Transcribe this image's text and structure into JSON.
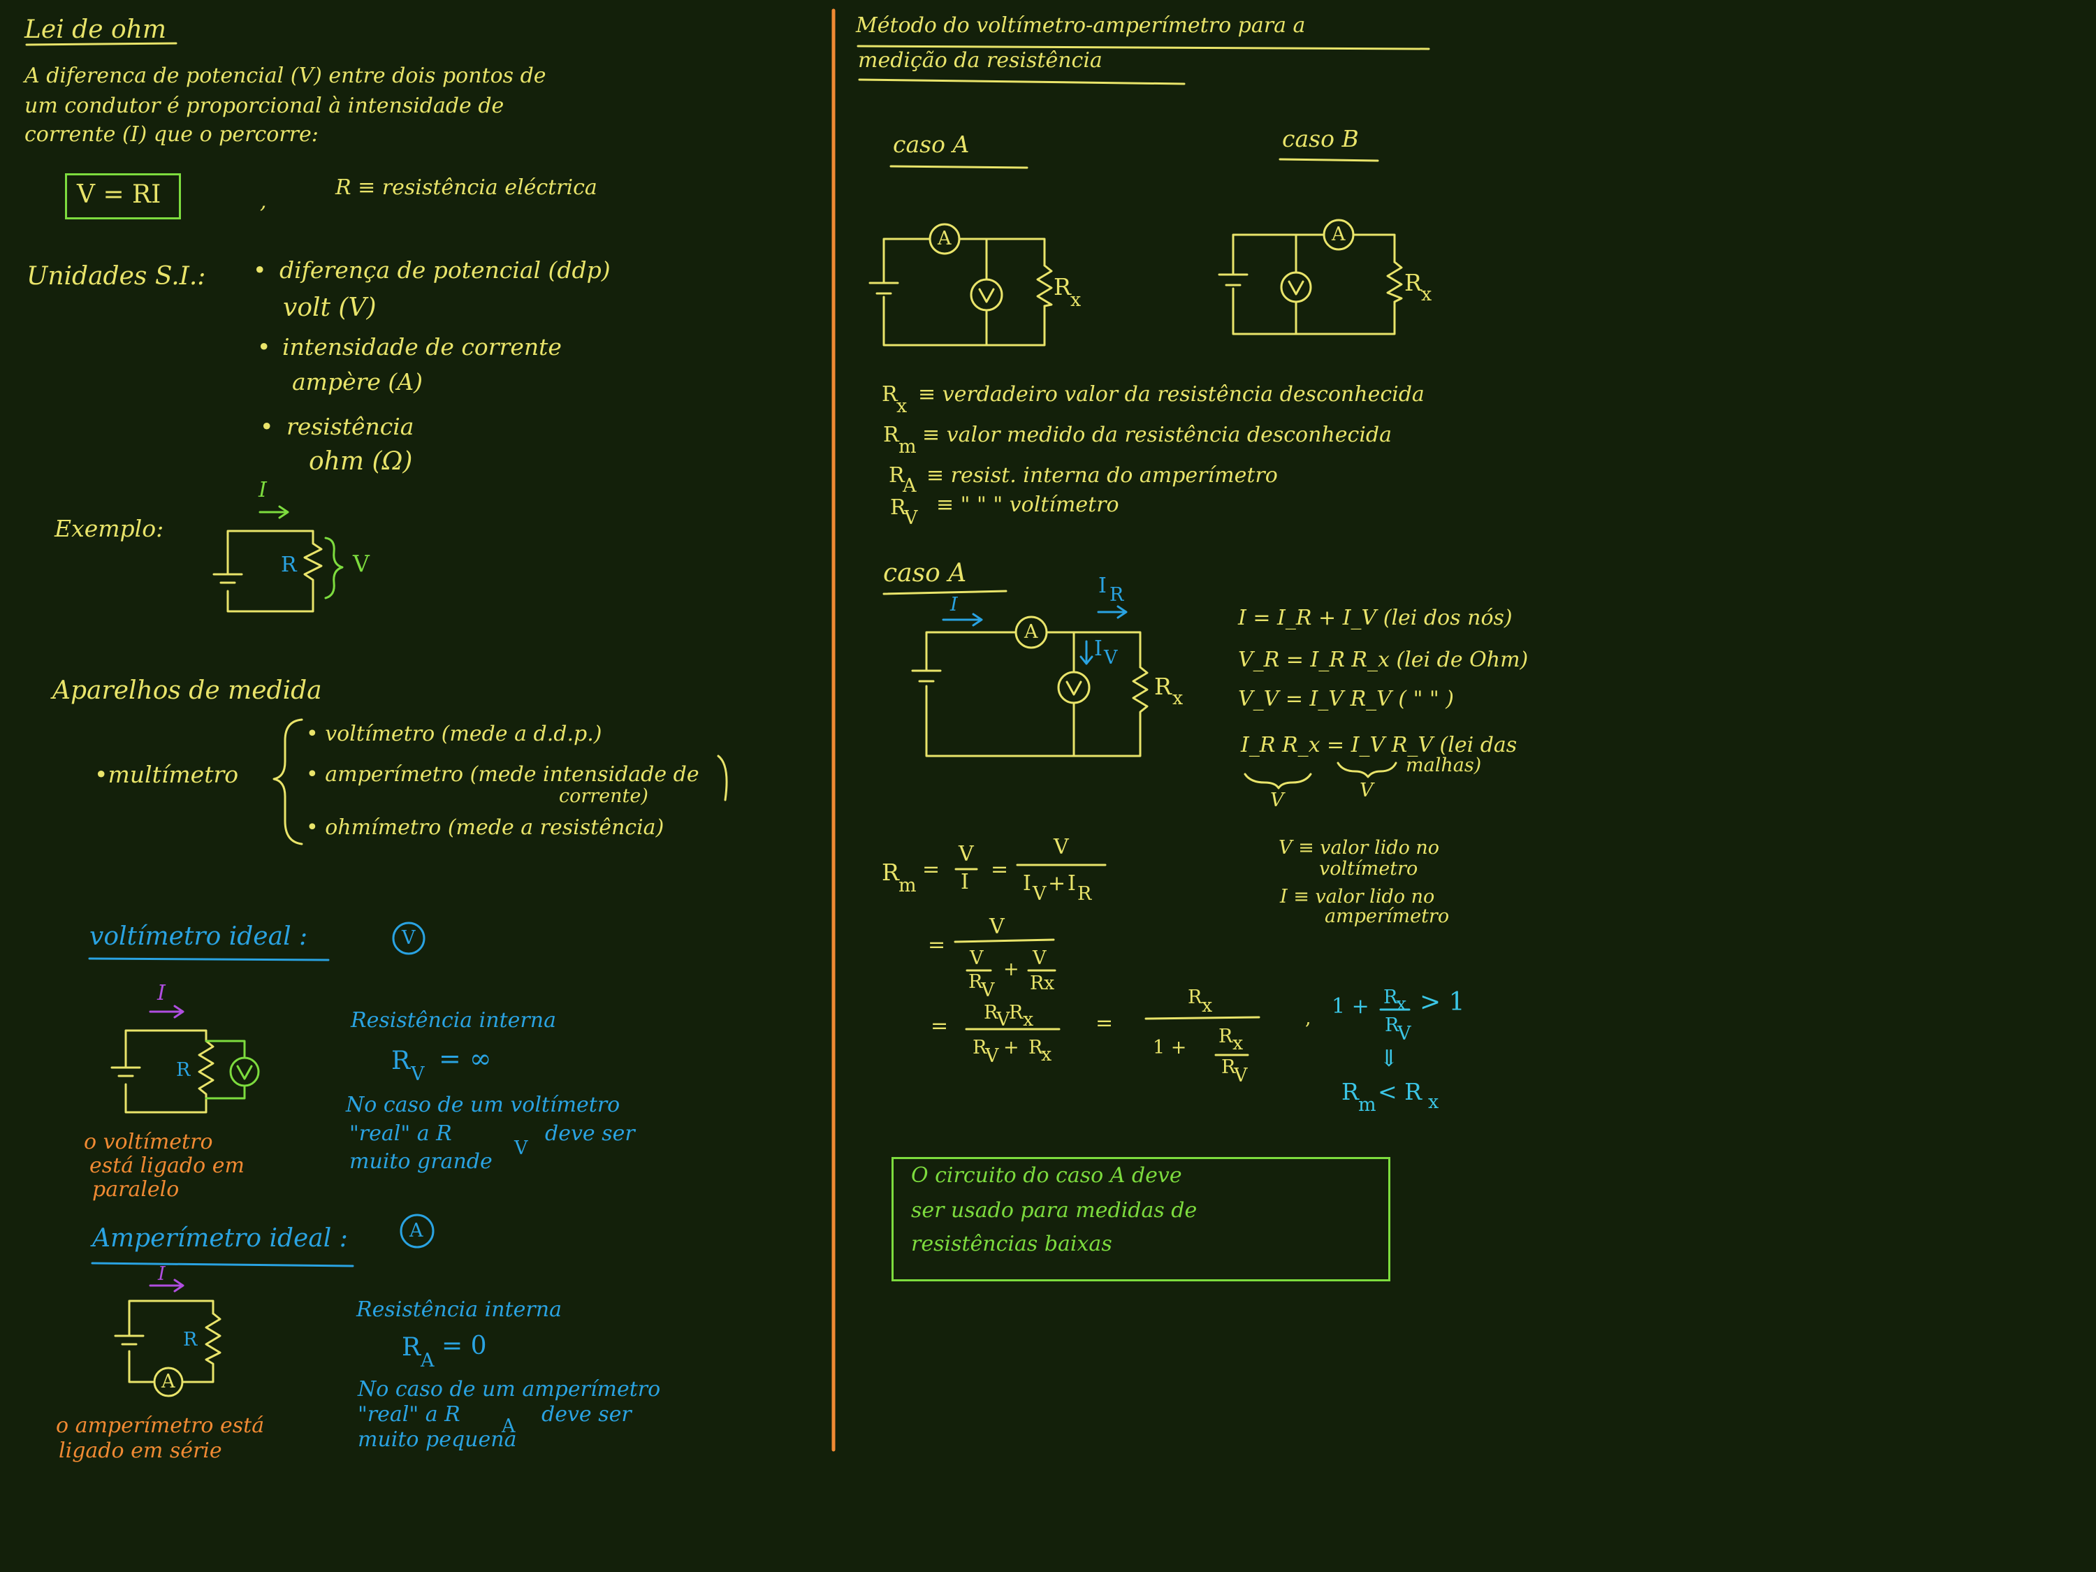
{
  "colors": {
    "background": "#13200a",
    "yellow": "#e9e46a",
    "green": "#7ddc3e",
    "blue": "#2aa3e2",
    "orange": "#f08a33",
    "purple": "#b04ee0",
    "cyan": "#3bc6e6",
    "divider": "#f08a33"
  },
  "left": {
    "title": "Lei de ohm",
    "intro": [
      "A diferenca de potencial (V) entre dois pontos de",
      "um condutor é proporcional à intensidade de",
      "corrente (I) que o percorre:"
    ],
    "formula": "V = RI",
    "formula_sep": ",",
    "formula_note": "R ≡ resistência eléctrica",
    "units_label": "Unidades S.I.:",
    "units": [
      {
        "bullet": "•",
        "name": "diferença de potencial (ddp)",
        "unit": "volt (V)"
      },
      {
        "bullet": "•",
        "name": "intensidade de corrente",
        "unit": "ampère (A)"
      },
      {
        "bullet": "•",
        "name": "resistência",
        "unit": "ohm (Ω)"
      }
    ],
    "example_label": "Exemplo:",
    "example_circuit": {
      "current": "I",
      "resistor": "R",
      "voltage": "V"
    },
    "instruments_title": "Aparelhos de medida",
    "multimeter": "•multímetro",
    "instruments": [
      "• voltímetro (mede a d.d.p.)",
      "• amperímetro (mede intensidade de",
      "corrente)",
      "• ohmímetro (mede a resistência)"
    ],
    "ideal_voltmeter": {
      "title": "voltímetro ideal :",
      "symbol": "V",
      "current": "I",
      "resistor": "R",
      "internal_label": "Resistência interna",
      "equation": "R",
      "equation_sub": "V",
      "equation_rhs": "= ∞",
      "note": [
        "No caso de um voltímetro",
        "\"real\" a R",
        "V",
        "deve ser",
        "muito grande"
      ],
      "connection": [
        "o voltímetro",
        "está ligado em",
        "paralelo"
      ]
    },
    "ideal_ammeter": {
      "title": "Amperímetro ideal :",
      "symbol": "A",
      "current": "I",
      "resistor": "R",
      "meter": "A",
      "internal_label": "Resistência interna",
      "equation": "R",
      "equation_sub": "A",
      "equation_rhs": "= 0",
      "note": [
        "No caso de um amperímetro",
        "\"real\" a R",
        "A",
        "deve ser",
        "muito pequena"
      ],
      "connection": [
        "o amperímetro está",
        "ligado em série"
      ]
    }
  },
  "right": {
    "title": [
      "Método do voltímetro-amperímetro para a",
      "medição da resistência"
    ],
    "case_a": "caso A",
    "case_b": "caso B",
    "meter_a": "A",
    "meter_v": "V",
    "rx": "R",
    "rx_sub": "x",
    "definitions": [
      {
        "sym": "R",
        "sub": "x",
        "text": "≡ verdadeiro valor da resistência desconhecida"
      },
      {
        "sym": "R",
        "sub": "m",
        "text": "≡ valor medido da resistência desconhecida"
      },
      {
        "sym": "R",
        "sub": "A",
        "text": "≡ resist. interna do amperímetro"
      },
      {
        "sym": "R",
        "sub": "V",
        "text": "≡ \"      \"      \" voltímetro"
      }
    ],
    "case_a2": "caso A",
    "case_a2_labels": {
      "i": "I",
      "ir": "I",
      "ir_sub": "R",
      "iv": "I",
      "iv_sub": "V"
    },
    "equations": [
      "I = I_R + I_V (lei dos nós)",
      "V_R = I_R R_x (lei de Ohm)",
      "V_V = I_V R_V ( \" \" )",
      "I_R R_x = I_V R_V (lei das",
      "malhas)"
    ],
    "under_v": [
      "V",
      "V"
    ],
    "rm_lhs": "R",
    "rm_sub": "m",
    "deriv": {
      "eq": "=",
      "v": "V",
      "i": "I",
      "iv_ir": "I",
      "iv_sub": "V",
      "plus": "+",
      "ir_sub": "R",
      "rv": "R",
      "rv_sub": "V",
      "rx": "R",
      "rx_sub": "x",
      "one_plus": "1 +",
      "product": "R",
      "sum_plus": "+",
      "comma": ","
    },
    "side_notes": [
      "V ≡ valor lido no",
      "voltímetro",
      "I ≡ valor lido no",
      "amperímetro"
    ],
    "inequality": {
      "lhs": "1 +",
      "rhs": "> 1",
      "arrow": "⇓",
      "result": "R",
      "result_sub": "m",
      "result_rhs": "< R",
      "result_sub2": "x"
    },
    "conclusion": [
      "O circuito do caso A deve",
      "ser usado para medidas de",
      "resistências baixas"
    ]
  }
}
